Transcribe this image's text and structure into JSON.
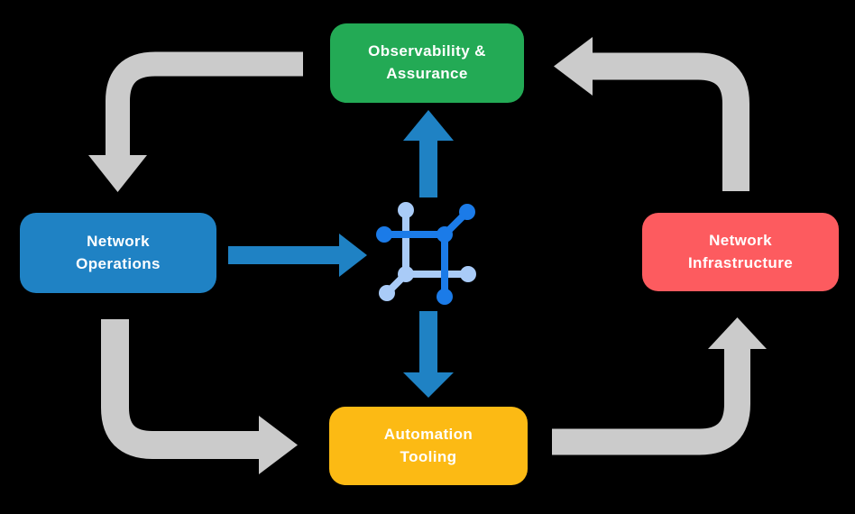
{
  "diagram": {
    "nodes": {
      "observability": {
        "label": "Observability &\nAssurance",
        "color": "#23AA55"
      },
      "operations": {
        "label": "Network\nOperations",
        "color": "#1F82C4"
      },
      "infrastructure": {
        "label": "Network\nInfrastructure",
        "color": "#FD5B5F"
      },
      "automation": {
        "label": "Automation\nTooling",
        "color": "#FCBA14"
      }
    },
    "center_icon": {
      "name": "network-platform-icon",
      "color_dark": "#1B7BE8",
      "color_light": "#A9CBF7"
    },
    "colors": {
      "background": "#000000",
      "text": "#FFFFFF",
      "cycle_arrow_gray": "#CBCBCB",
      "flow_arrow_blue": "#1F82C4"
    }
  }
}
